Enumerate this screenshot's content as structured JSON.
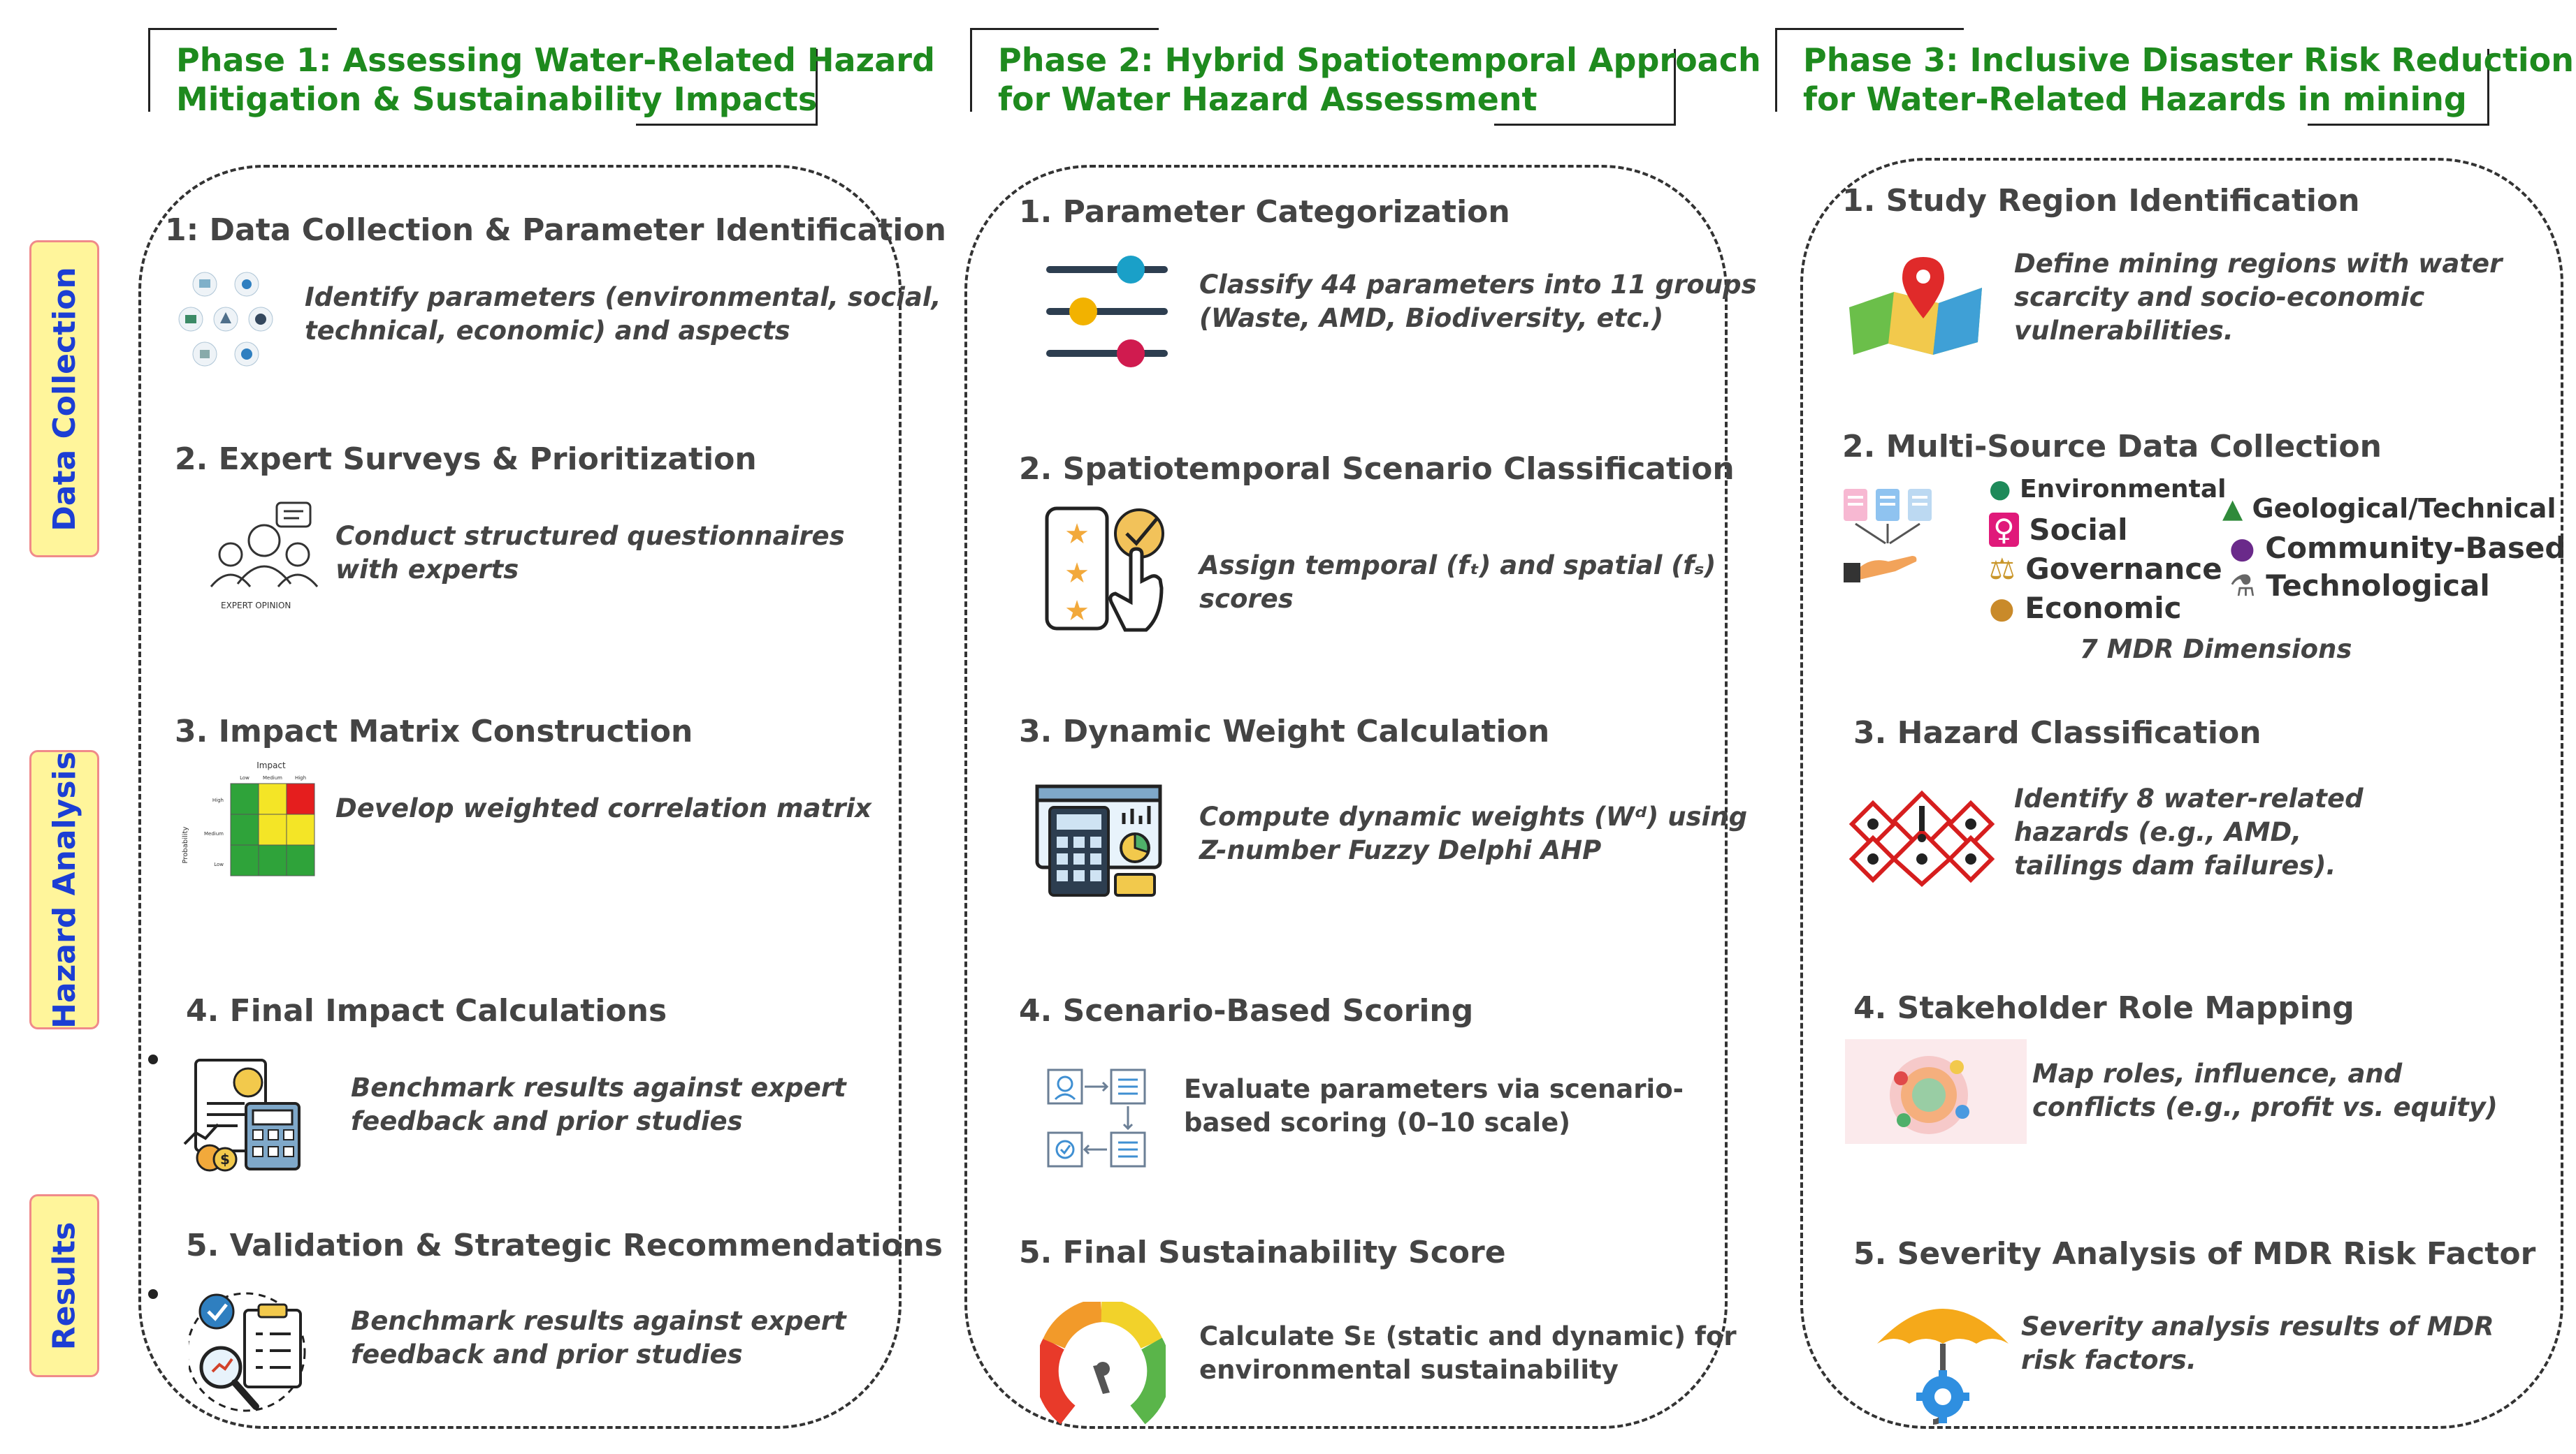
{
  "phases": [
    {
      "title_line1": "Phase 1: Assessing Water-Related Hazard",
      "title_line2": "Mitigation & Sustainability Impacts",
      "steps": [
        {
          "title": "1:  Data Collection & Parameter Identification",
          "desc_line1": "Identify parameters (environmental, social,",
          "desc_line2": "technical, economic) and aspects"
        },
        {
          "title": "2. Expert Surveys & Prioritization",
          "desc_line1": "Conduct structured questionnaires",
          "desc_line2": "with experts",
          "icon_caption": "EXPERT OPINION"
        },
        {
          "title": "3. Impact Matrix Construction",
          "desc_line1": "Develop weighted correlation matrix"
        },
        {
          "title": "4. Final Impact Calculations",
          "desc_line1": "Benchmark results against expert",
          "desc_line2": "feedback and prior studies"
        },
        {
          "title": "5. Validation & Strategic Recommendations",
          "desc_line1": "Benchmark results against expert",
          "desc_line2": "feedback and prior studies"
        }
      ]
    },
    {
      "title_line1": "Phase 2: Hybrid Spatiotemporal Approach",
      "title_line2": "for Water Hazard Assessment",
      "steps": [
        {
          "title": "1. Parameter Categorization",
          "desc_line1": "Classify 44 parameters into 11 groups",
          "desc_line2": "(Waste, AMD, Biodiversity, etc.)"
        },
        {
          "title": "2. Spatiotemporal Scenario Classification",
          "desc_line1": "Assign temporal (fₜ) and spatial (fₛ)",
          "desc_line2": "scores"
        },
        {
          "title": "3. Dynamic Weight Calculation",
          "desc_line1": "Compute dynamic weights (Wᵈ) using",
          "desc_line2": "Z-number Fuzzy Delphi AHP"
        },
        {
          "title": "4. Scenario-Based Scoring",
          "desc_line1": "Evaluate parameters via scenario-",
          "desc_line2": "based scoring (0–10 scale)"
        },
        {
          "title": "5. Final Sustainability Score",
          "desc_line1": "Calculate Sᴇ (static and dynamic) for",
          "desc_line2": "environmental sustainability"
        }
      ]
    },
    {
      "title_line1": "Phase 3:  Inclusive Disaster Risk Reduction",
      "title_line2": "for Water-Related Hazards in mining",
      "steps": [
        {
          "title": "1. Study Region Identification",
          "desc_line1": "Define mining regions with water",
          "desc_line2": "scarcity and socio-economic",
          "desc_line3": "vulnerabilities."
        },
        {
          "title": "2. Multi-Source Data Collection",
          "caption": "7 MDR Dimensions"
        },
        {
          "title": "3. Hazard Classification",
          "desc_line1": "Identify 8 water-related",
          "desc_line2": "hazards (e.g., AMD,",
          "desc_line3": "tailings dam failures)."
        },
        {
          "title": "4. Stakeholder Role Mapping",
          "desc_line1": "Map roles, influence, and",
          "desc_line2": "conflicts (e.g., profit vs. equity)"
        },
        {
          "title": "5. Severity Analysis of MDR Risk Factor",
          "desc_line1": "Severity analysis results of MDR",
          "desc_line2": "risk factors."
        }
      ]
    }
  ],
  "mdr_dimensions_left": [
    "Environmental",
    "Social",
    "Governance",
    "Economic"
  ],
  "mdr_dimensions_right": [
    "Geological/Technical",
    "Community-Based",
    "Technological"
  ],
  "side_labels": [
    "Data Collection",
    "Hazard Analysis",
    "Results"
  ],
  "matrix": {
    "header": "Impact",
    "axis": "Probability",
    "cols": [
      "Low",
      "Medium",
      "High"
    ],
    "rows": [
      "High",
      "Medium",
      "Low"
    ]
  },
  "colors": {
    "phase_title": "#1e8a1e",
    "side_label_text": "#1c3ed4",
    "side_label_bg": "#fff59b",
    "side_label_border": "#f08a8a"
  }
}
